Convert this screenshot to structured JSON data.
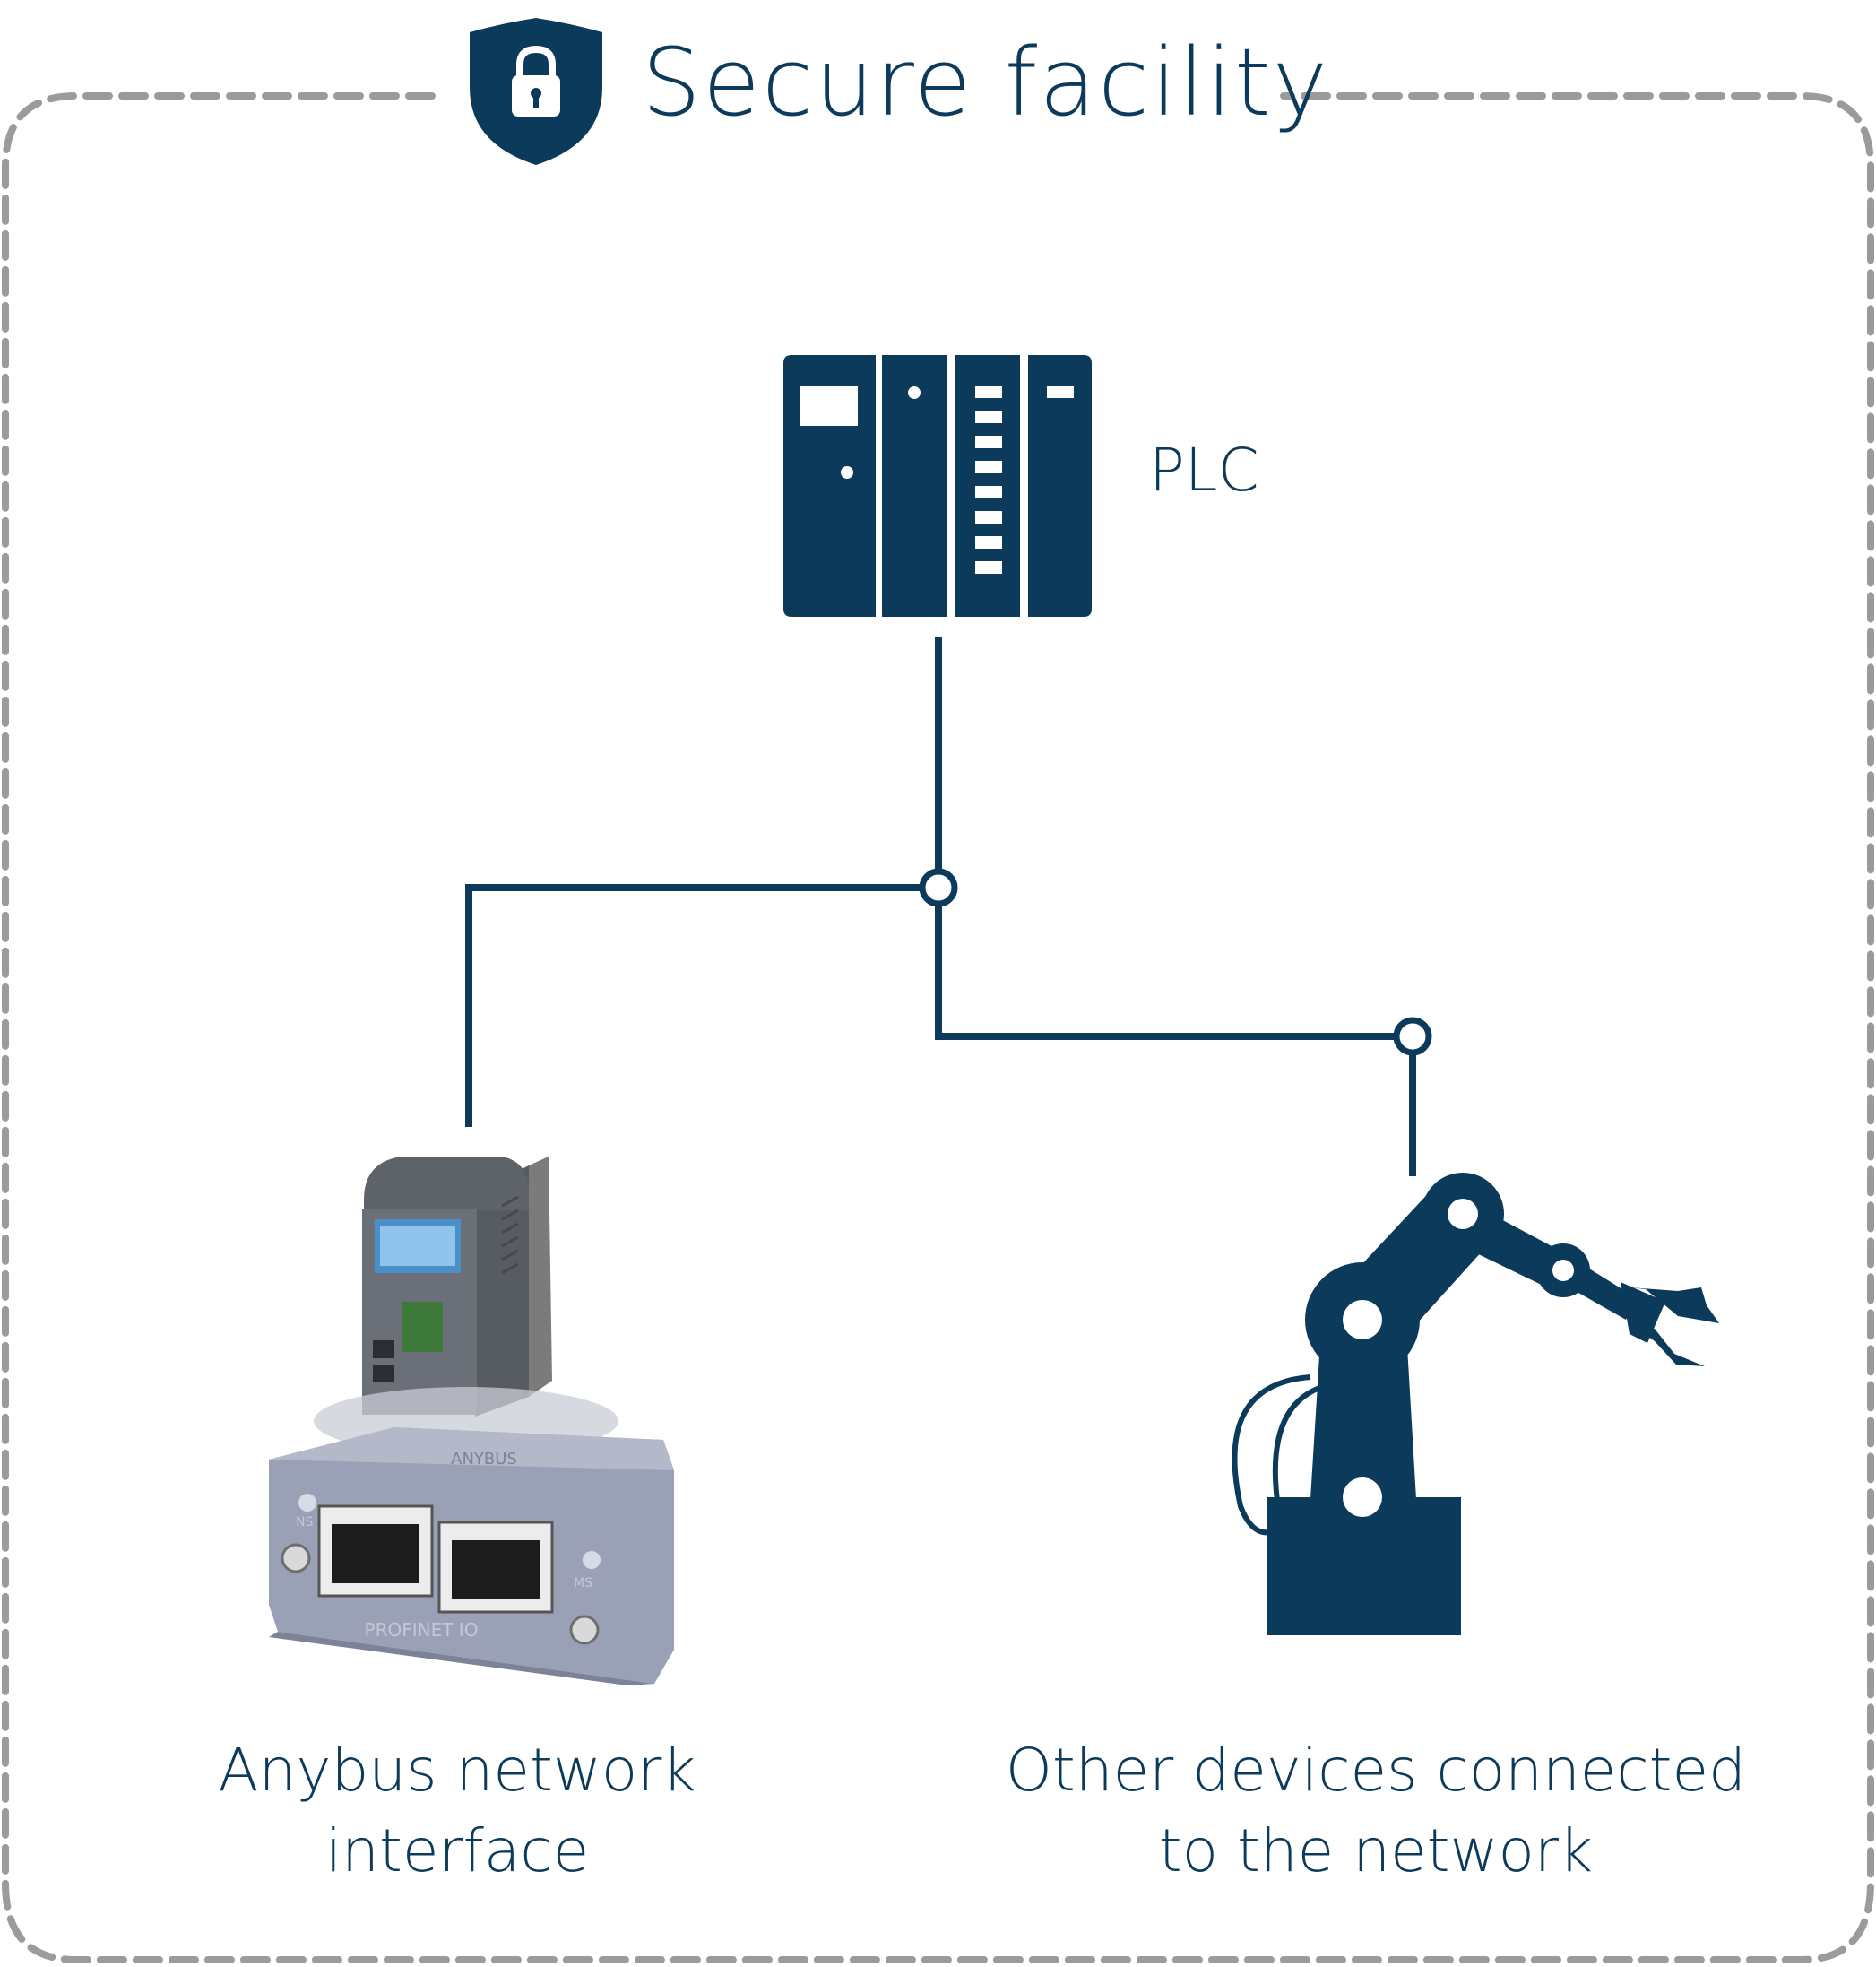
{
  "facility": {
    "title": "Secure facility",
    "shield_icon": "lock-shield-icon"
  },
  "nodes": {
    "plc": {
      "label": "PLC",
      "icon": "plc-rack-icon"
    },
    "anybus": {
      "label_line1": "Anybus network",
      "label_line2": "interface",
      "image": "anybus-hardware-image",
      "module_text": "PROFINET IO",
      "port_labels": [
        "NS",
        "MS"
      ]
    },
    "other": {
      "label_line1": "Other devices connected",
      "label_line2": "to the network",
      "icon": "robot-arm-icon"
    }
  },
  "colors": {
    "primary": "#0b3a5b",
    "border": "#9b9b9b",
    "device_gray": "#8f97ad",
    "background": "#ffffff"
  }
}
